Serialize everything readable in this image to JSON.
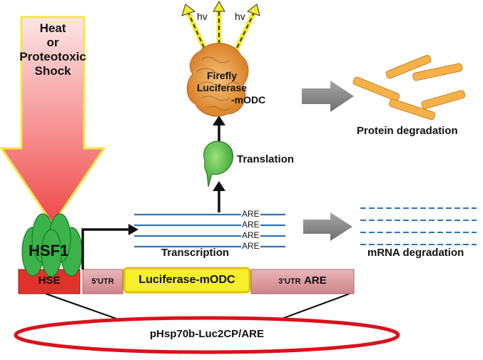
{
  "stimulus": {
    "lines": [
      "Heat",
      "or",
      "Proteotoxic",
      "Shock"
    ]
  },
  "transcription_factor": {
    "label": "HSF1"
  },
  "construct": {
    "hse": "HSE",
    "utr5": "5'UTR",
    "gene": "Luciferase-mODC",
    "utr3_prefix": "3'UTR",
    "utr3_suffix": "ARE",
    "plasmid": "pHsp70b-Luc2CP/ARE"
  },
  "mrna": {
    "element_labels": [
      "ARE",
      "ARE",
      "ARE",
      "ARE"
    ]
  },
  "steps": {
    "transcription": "Transcription",
    "translation": "Translation",
    "mrna_degradation": "mRNA degradation",
    "protein_degradation": "Protein degradation"
  },
  "protein": {
    "lines": [
      "Firefly",
      "Luciferase",
      "-mODC"
    ]
  },
  "light": {
    "labels": [
      "hv",
      "hv"
    ]
  },
  "colors": {
    "arrow_top": "#fde0e0",
    "arrow_bottom": "#f15a5a",
    "arrow_outline": "#f2e64a",
    "hsf1_green": "#3bb34a",
    "hse_red": "#e0322a",
    "utr_pink": "#d9969b",
    "gene_yellow": "#f7ef2a",
    "mrna_blue": "#2e75b6",
    "fragment_orange": "#f7b14a",
    "gray_arrow": "#7f7f7f",
    "plasmid_red": "#d9121b"
  }
}
